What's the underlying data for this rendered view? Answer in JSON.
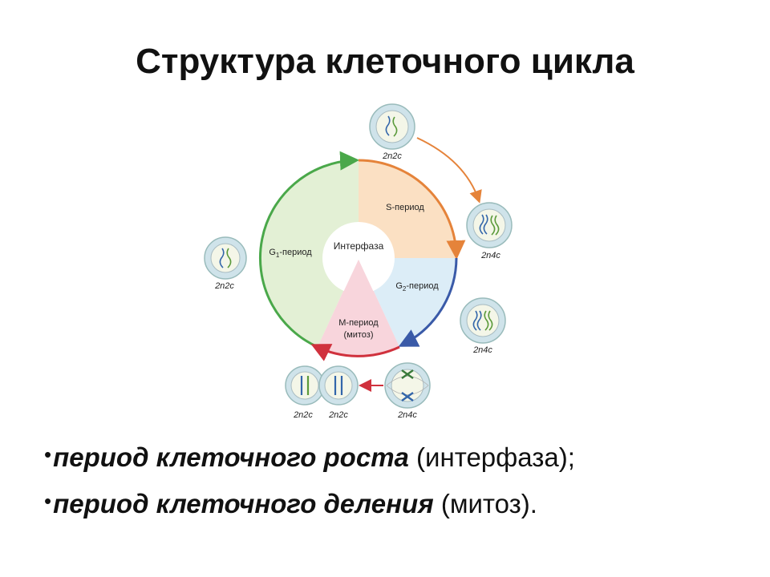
{
  "slide": {
    "title": "Структура клеточного цикла"
  },
  "diagram": {
    "center_label": "Интерфаза",
    "segments": {
      "s_period": "S-период",
      "g1_prefix": "G",
      "g1_sub": "1",
      "g1_suffix": "-период",
      "g2_prefix": "G",
      "g2_sub": "2",
      "g2_suffix": "-период",
      "m_line1": "М-период",
      "m_line2": "(митоз)"
    },
    "cell_labels": {
      "top": "2n2c",
      "right_upper": "2n4c",
      "right_lower": "2n4c",
      "left": "2n2c",
      "bottom_right": "2n4c",
      "bottom_left_a": "2n2c",
      "bottom_left_b": "2n2c"
    },
    "colors": {
      "s_fill": "#fbe0c3",
      "g1_fill": "#e3f0d5",
      "g2_fill": "#dcedf7",
      "m_fill": "#f8d5dc",
      "s_arc": "#e5833a",
      "g1_arc": "#4aa84a",
      "g2_arc": "#3a5aa8",
      "m_arc": "#d0313d"
    }
  },
  "bullets": [
    {
      "bold": "период клеточного роста",
      "rest": " (интерфаза);"
    },
    {
      "bold": "период клеточного деления",
      "rest": " (митоз)."
    }
  ]
}
